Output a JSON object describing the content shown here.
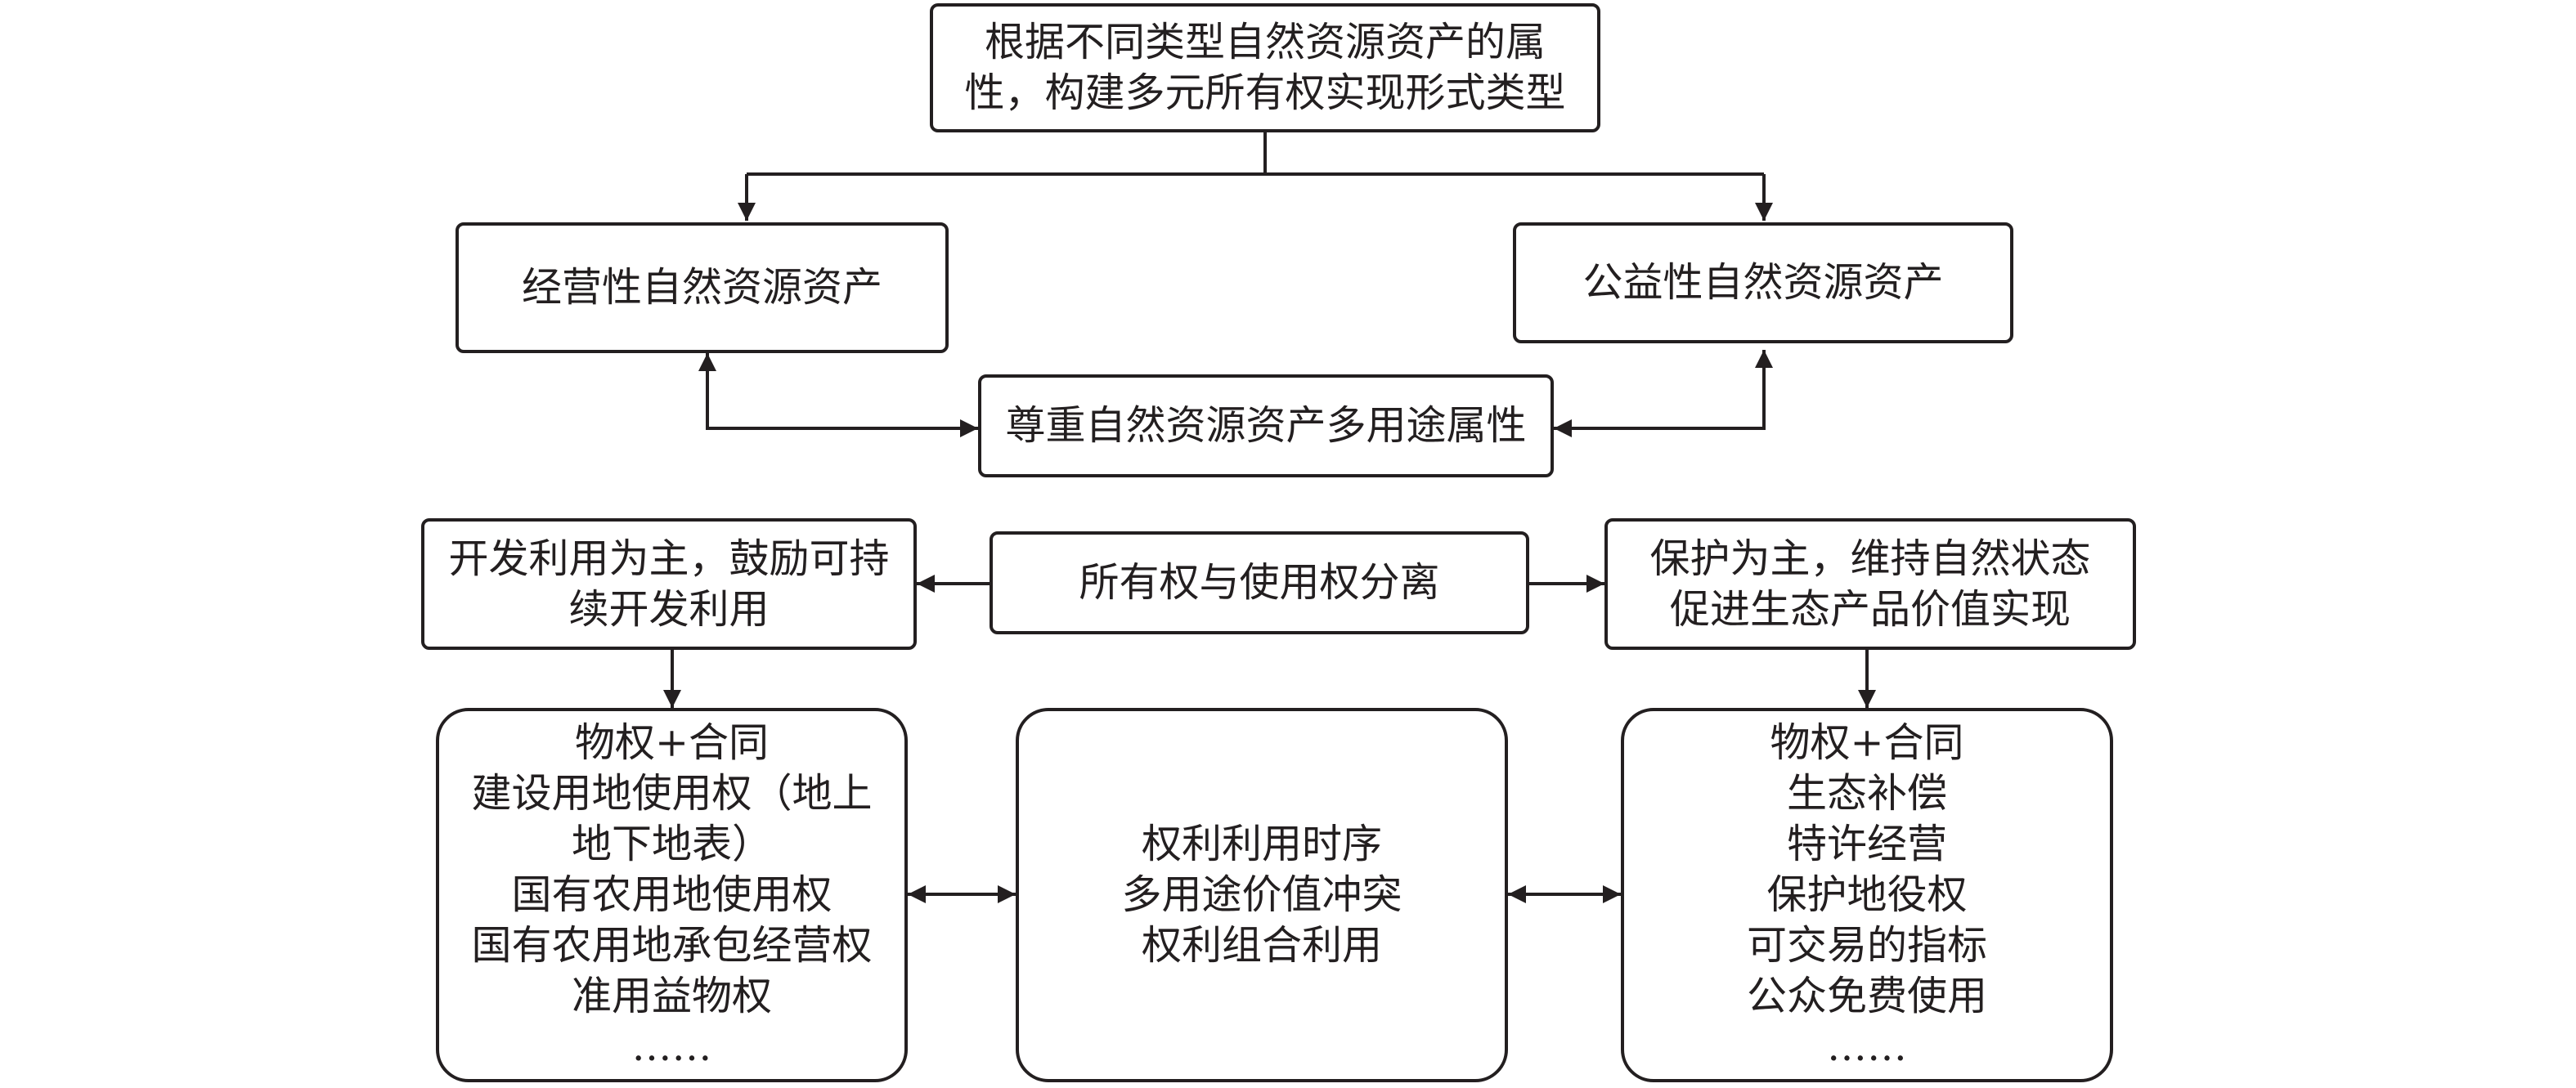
{
  "top": {
    "lines": [
      "根据不同类型自然资源资产的属",
      "性，构建多元所有权实现形式类型"
    ]
  },
  "categories": {
    "left": "经营性自然资源资产",
    "right": "公益性自然资源资产"
  },
  "multi_use": "尊重自然资源资产多用途属性",
  "separation": "所有权与使用权分离",
  "principles": {
    "left": [
      "开发利用为主，鼓励可持",
      "续开发利用"
    ],
    "right": [
      "保护为主，维持自然状态",
      "促进生态产品价值实现"
    ]
  },
  "forms": {
    "left": [
      "物权+合同",
      "建设用地使用权（地上",
      "地下地表）",
      "国有农用地使用权",
      "国有农用地承包经营权",
      "准用益物权",
      "……"
    ],
    "middle": [
      "权利利用时序",
      "多用途价值冲突",
      "权利组合利用"
    ],
    "right": [
      "物权+合同",
      "生态补偿",
      "特许经营",
      "保护地役权",
      "可交易的指标",
      "公众免费使用",
      "……"
    ]
  }
}
